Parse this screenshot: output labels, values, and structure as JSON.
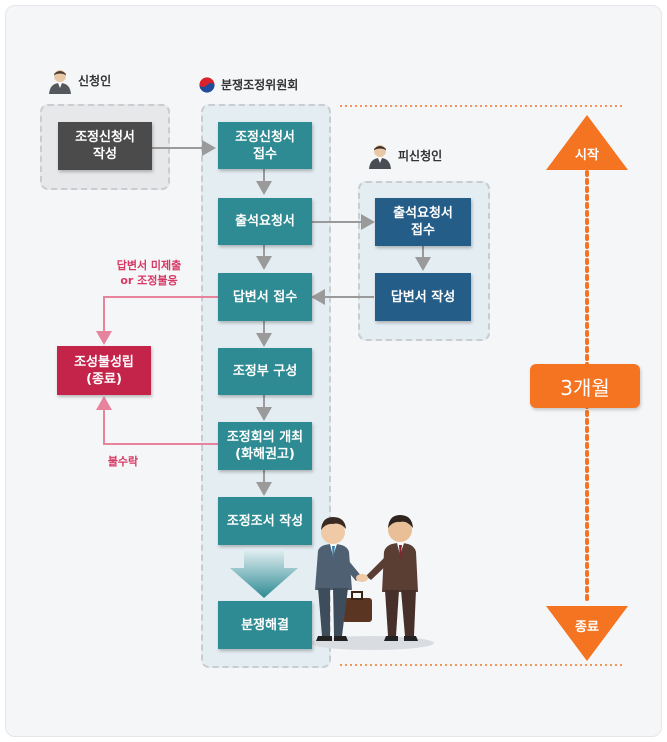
{
  "actors": {
    "applicant": {
      "label": "신청인",
      "icon": "person-icon"
    },
    "committee": {
      "label": "분쟁조정위원회",
      "icon": "government-emblem-icon"
    },
    "respondent": {
      "label": "피신청인",
      "icon": "person-icon"
    }
  },
  "steps": {
    "apply_write": "조정신청서\n작성",
    "apply_receive": "조정신청서\n접수",
    "attend_request": "출석요청서",
    "attend_receive": "출석요청서\n접수",
    "reply_write": "답변서 작성",
    "reply_receive": "답변서 접수",
    "panel_form": "조정부 구성",
    "meeting": "조정회의 개최\n(화해권고)",
    "mediation_doc": "조정조서 작성",
    "resolved": "분쟁해결",
    "failed": "조성불성립\n(종료)"
  },
  "notes": {
    "no_reply": "답변서 미제출\nor 조정불응",
    "rejected": "불수락"
  },
  "timeline": {
    "start": "시작",
    "duration": "3개월",
    "end": "종료"
  },
  "colors": {
    "teal": "#2e8b93",
    "navy": "#245d88",
    "red": "#c4234a",
    "orange": "#f47421",
    "pink": "#e8839d"
  }
}
